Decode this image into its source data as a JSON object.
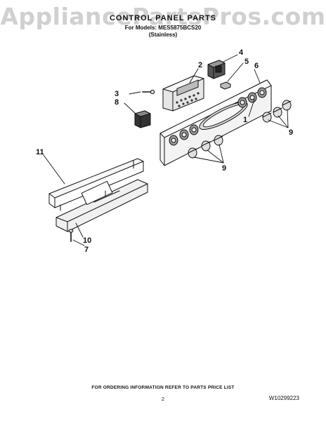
{
  "watermark": "AppliancePartsPros.com",
  "header": {
    "title": "CONTROL PANEL PARTS",
    "subtitle": "For Models: MES5875BCS20",
    "variant": "(Stainless)"
  },
  "callouts": [
    "2",
    "3",
    "4",
    "5",
    "6",
    "8",
    "1",
    "9",
    "9",
    "11",
    "10",
    "7"
  ],
  "footer": {
    "note": "FOR ORDERING INFORMATION REFER TO PARTS PRICE LIST",
    "page": "2",
    "doc_number": "W10299223"
  },
  "colors": {
    "ink": "#111111",
    "watermark": "#aaaaaa",
    "paper": "#ffffff"
  }
}
